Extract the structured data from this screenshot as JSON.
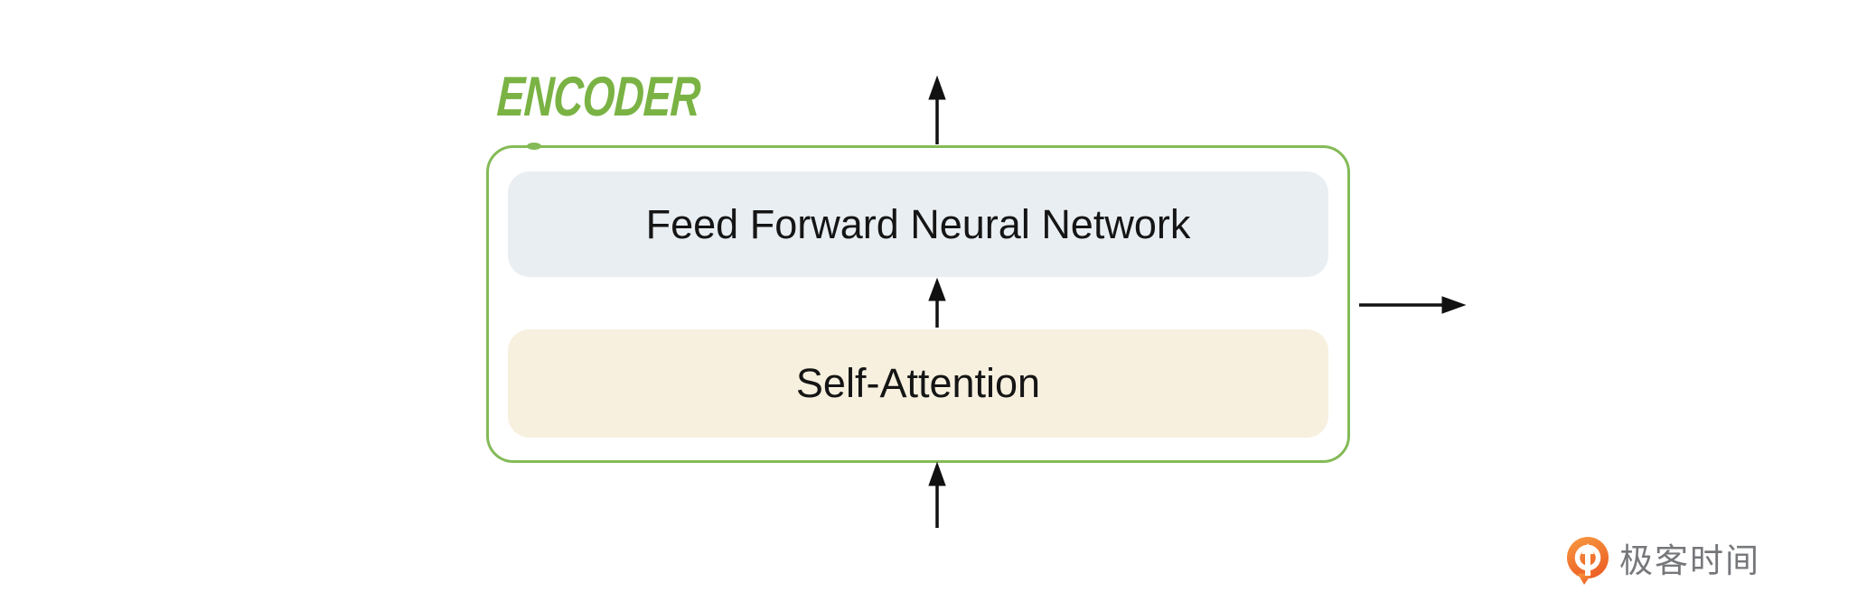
{
  "diagram": {
    "label": "ENCODER",
    "label_color": "#7ab344",
    "box_border_color": "#84ba57",
    "blocks": [
      {
        "id": "feed-forward",
        "label": "Feed Forward Neural Network",
        "bg": "#e9eef2"
      },
      {
        "id": "self-attention",
        "label": "Self-Attention",
        "bg": "#f7f0df"
      }
    ],
    "arrows": [
      {
        "id": "input-arrow-bottom",
        "direction": "up"
      },
      {
        "id": "inner-arrow-between-blocks",
        "direction": "up"
      },
      {
        "id": "output-arrow-top",
        "direction": "up"
      },
      {
        "id": "output-arrow-right",
        "direction": "right"
      }
    ],
    "arrow_color": "#111111"
  },
  "branding": {
    "logo_text": "极客时间",
    "logo_icon": "geektime-pin-icon",
    "icon_orange_top": "#f79a40",
    "icon_orange_bottom": "#ed6227",
    "text_color": "#76777a"
  }
}
